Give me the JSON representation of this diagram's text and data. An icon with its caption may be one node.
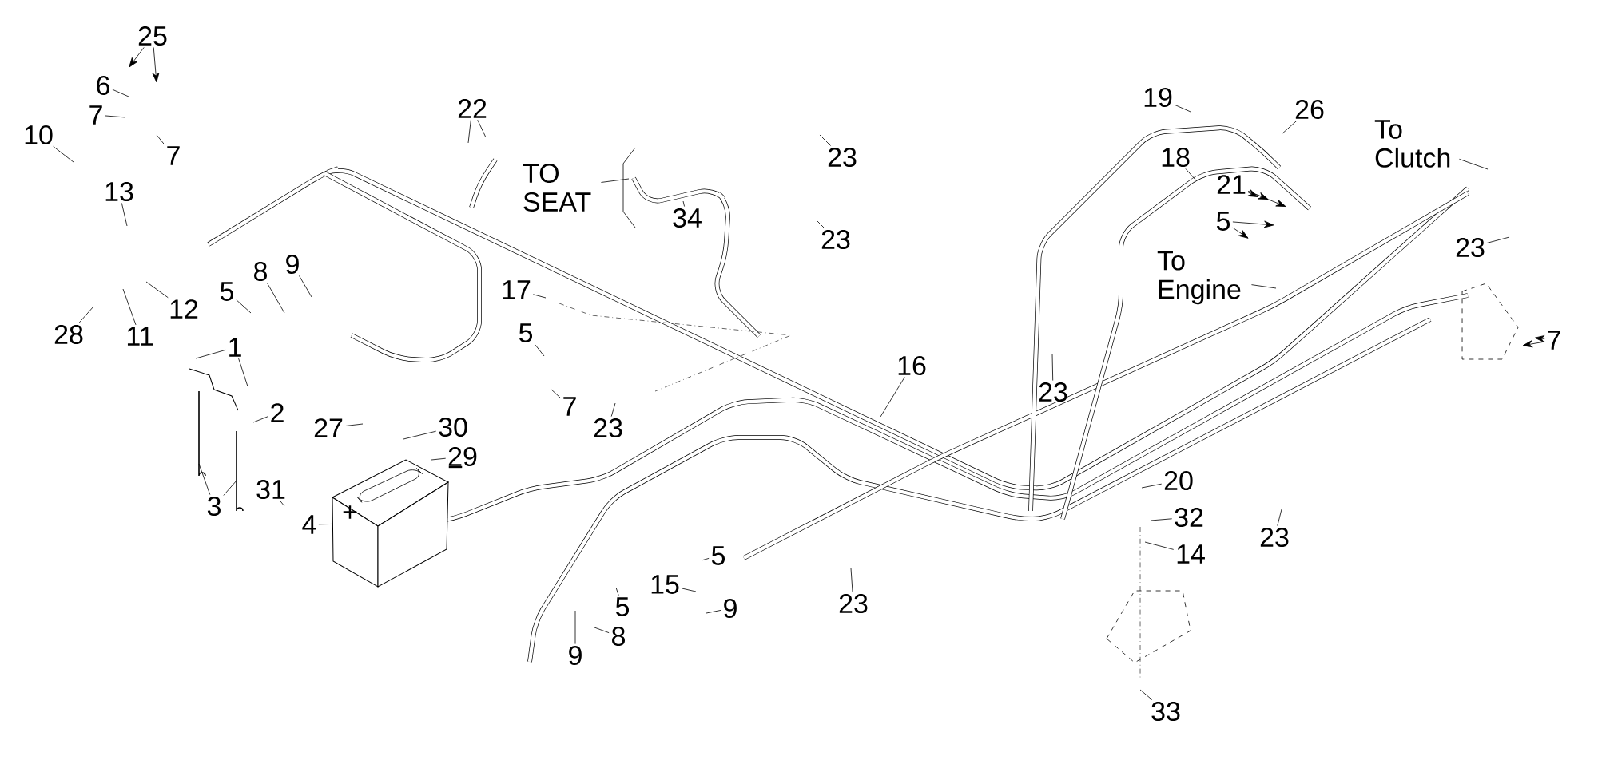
{
  "diagram": {
    "nodes": [
      {
        "text": [
          "25"
        ]
      },
      {
        "text": [
          "6"
        ]
      },
      {
        "text": [
          "7"
        ]
      },
      {
        "text": [
          "10"
        ]
      },
      {
        "text": [
          "7"
        ]
      },
      {
        "text": [
          "22"
        ]
      },
      {
        "text": [
          "19"
        ]
      },
      {
        "text": [
          "26"
        ]
      },
      {
        "text": [
          "To Clutch"
        ]
      },
      {
        "text": [
          "23"
        ]
      },
      {
        "text": [
          "18"
        ]
      },
      {
        "text": [
          "TO SEAT"
        ]
      },
      {
        "text": [
          "21"
        ]
      },
      {
        "text": [
          "13"
        ]
      },
      {
        "text": [
          "34"
        ]
      },
      {
        "text": [
          "5"
        ]
      },
      {
        "text": [
          "23"
        ]
      },
      {
        "text": [
          "23"
        ]
      },
      {
        "text": [
          "9"
        ]
      },
      {
        "text": [
          "8"
        ]
      },
      {
        "text": [
          "To Engine"
        ]
      },
      {
        "text": [
          "17"
        ]
      },
      {
        "text": [
          "5"
        ]
      },
      {
        "text": [
          "12"
        ]
      },
      {
        "text": [
          "5"
        ]
      },
      {
        "text": [
          "28"
        ]
      },
      {
        "text": [
          "11"
        ]
      },
      {
        "text": [
          "7"
        ]
      },
      {
        "text": [
          "1"
        ]
      },
      {
        "text": [
          "16"
        ]
      },
      {
        "text": [
          "23"
        ]
      },
      {
        "text": [
          "7"
        ]
      },
      {
        "text": [
          "2"
        ]
      },
      {
        "text": [
          "27"
        ]
      },
      {
        "text": [
          "30"
        ]
      },
      {
        "text": [
          "23"
        ]
      },
      {
        "text": [
          "29"
        ]
      },
      {
        "text": [
          "20"
        ]
      },
      {
        "text": [
          "31"
        ]
      },
      {
        "text": [
          "3"
        ]
      },
      {
        "text": [
          "32"
        ]
      },
      {
        "text": [
          "4"
        ]
      },
      {
        "text": [
          "23"
        ]
      },
      {
        "text": [
          "14"
        ]
      },
      {
        "text": [
          "5"
        ]
      },
      {
        "text": [
          "15"
        ]
      },
      {
        "text": [
          "5"
        ]
      },
      {
        "text": [
          "23"
        ]
      },
      {
        "text": [
          "9"
        ]
      },
      {
        "text": [
          "8"
        ]
      },
      {
        "text": [
          "9"
        ]
      },
      {
        "text": [
          "33"
        ]
      },
      {
        "text": [],
        "shape": "box"
      }
    ],
    "edges": [
      {
        "from": 0,
        "to": null,
        "arrow": "to"
      },
      {
        "from": 0,
        "to": null,
        "arrow": "to"
      },
      {
        "from": 1,
        "to": null,
        "arrow": "none"
      },
      {
        "from": 2,
        "to": null,
        "arrow": "none"
      },
      {
        "from": 3,
        "to": null,
        "arrow": "none"
      },
      {
        "from": 4,
        "to": null,
        "arrow": "none"
      },
      {
        "from": 5,
        "to": null,
        "arrow": "none"
      },
      {
        "from": 5,
        "to": null,
        "arrow": "none"
      },
      {
        "from": 6,
        "to": null,
        "arrow": "none"
      },
      {
        "from": 7,
        "to": null,
        "arrow": "none"
      },
      {
        "from": 8,
        "to": null,
        "arrow": "none"
      },
      {
        "from": 9,
        "to": null,
        "arrow": "none"
      },
      {
        "from": 10,
        "to": null,
        "arrow": "none"
      },
      {
        "from": 11,
        "to": null,
        "arrow": "none"
      },
      {
        "from": 12,
        "to": null,
        "arrow": "to"
      },
      {
        "from": 12,
        "to": null,
        "arrow": "to"
      },
      {
        "from": 12,
        "to": null,
        "arrow": "to"
      },
      {
        "from": 13,
        "to": null,
        "arrow": "none"
      },
      {
        "from": 14,
        "to": null,
        "arrow": "none"
      },
      {
        "from": 15,
        "to": null,
        "arrow": "to"
      },
      {
        "from": 15,
        "to": null,
        "arrow": "to"
      },
      {
        "from": 16,
        "to": null,
        "arrow": "none"
      },
      {
        "from": 17,
        "to": null,
        "arrow": "none"
      },
      {
        "from": 18,
        "to": null,
        "arrow": "none"
      },
      {
        "from": 19,
        "to": null,
        "arrow": "none"
      },
      {
        "from": 20,
        "to": null,
        "arrow": "none"
      },
      {
        "from": 21,
        "to": null,
        "arrow": "none"
      },
      {
        "from": 22,
        "to": null,
        "arrow": "none"
      },
      {
        "from": 23,
        "to": null,
        "arrow": "none"
      },
      {
        "from": 24,
        "to": null,
        "arrow": "none"
      },
      {
        "from": 25,
        "to": null,
        "arrow": "none"
      },
      {
        "from": 26,
        "to": null,
        "arrow": "none"
      },
      {
        "from": 27,
        "to": null,
        "arrow": "to"
      },
      {
        "from": 27,
        "to": null,
        "arrow": "to"
      },
      {
        "from": 28,
        "to": null,
        "arrow": "none"
      },
      {
        "from": 28,
        "to": null,
        "arrow": "none"
      },
      {
        "from": 29,
        "to": null,
        "arrow": "none"
      },
      {
        "from": 30,
        "to": null,
        "arrow": "none"
      },
      {
        "from": 31,
        "to": null,
        "arrow": "none"
      },
      {
        "from": 32,
        "to": null,
        "arrow": "none"
      },
      {
        "from": 33,
        "to": null,
        "arrow": "none"
      },
      {
        "from": 34,
        "to": null,
        "arrow": "none"
      },
      {
        "from": 35,
        "to": null,
        "arrow": "none"
      },
      {
        "from": 36,
        "to": null,
        "arrow": "none"
      },
      {
        "from": 37,
        "to": null,
        "arrow": "none"
      },
      {
        "from": 38,
        "to": null,
        "arrow": "none"
      },
      {
        "from": 39,
        "to": null,
        "arrow": "none"
      },
      {
        "from": 39,
        "to": null,
        "arrow": "none"
      },
      {
        "from": 40,
        "to": null,
        "arrow": "none"
      },
      {
        "from": 41,
        "to": 52,
        "arrow": "none"
      },
      {
        "from": 42,
        "to": null,
        "arrow": "none"
      },
      {
        "from": 43,
        "to": null,
        "arrow": "none"
      },
      {
        "from": 44,
        "to": null,
        "arrow": "none"
      },
      {
        "from": 45,
        "to": null,
        "arrow": "none"
      },
      {
        "from": 46,
        "to": null,
        "arrow": "none"
      },
      {
        "from": 47,
        "to": null,
        "arrow": "none"
      },
      {
        "from": 48,
        "to": null,
        "arrow": "none"
      },
      {
        "from": 49,
        "to": null,
        "arrow": "none"
      },
      {
        "from": 50,
        "to": null,
        "arrow": "none"
      },
      {
        "from": 51,
        "to": null,
        "arrow": "none"
      }
    ],
    "labels": [
      "+",
      "−"
    ]
  }
}
